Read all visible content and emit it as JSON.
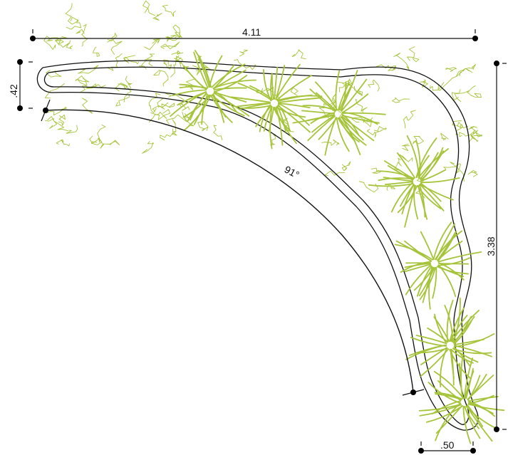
{
  "dimensions": {
    "top_width": "4.11",
    "left_depth": ".42",
    "right_height": "3.38",
    "bottom_offset": ".50",
    "arc_angle": "91°"
  },
  "colors": {
    "plant": "#a5c43a",
    "line": "#111111"
  },
  "plants": {
    "grasses": [
      {
        "name": "grass-1"
      },
      {
        "name": "grass-2"
      },
      {
        "name": "grass-3"
      },
      {
        "name": "grass-4"
      },
      {
        "name": "grass-5"
      },
      {
        "name": "grass-6"
      },
      {
        "name": "grass-7"
      }
    ],
    "shrub_clusters": [
      {
        "name": "shrub-cluster-left"
      },
      {
        "name": "shrub-cluster-middle"
      },
      {
        "name": "shrub-cluster-right"
      }
    ]
  }
}
